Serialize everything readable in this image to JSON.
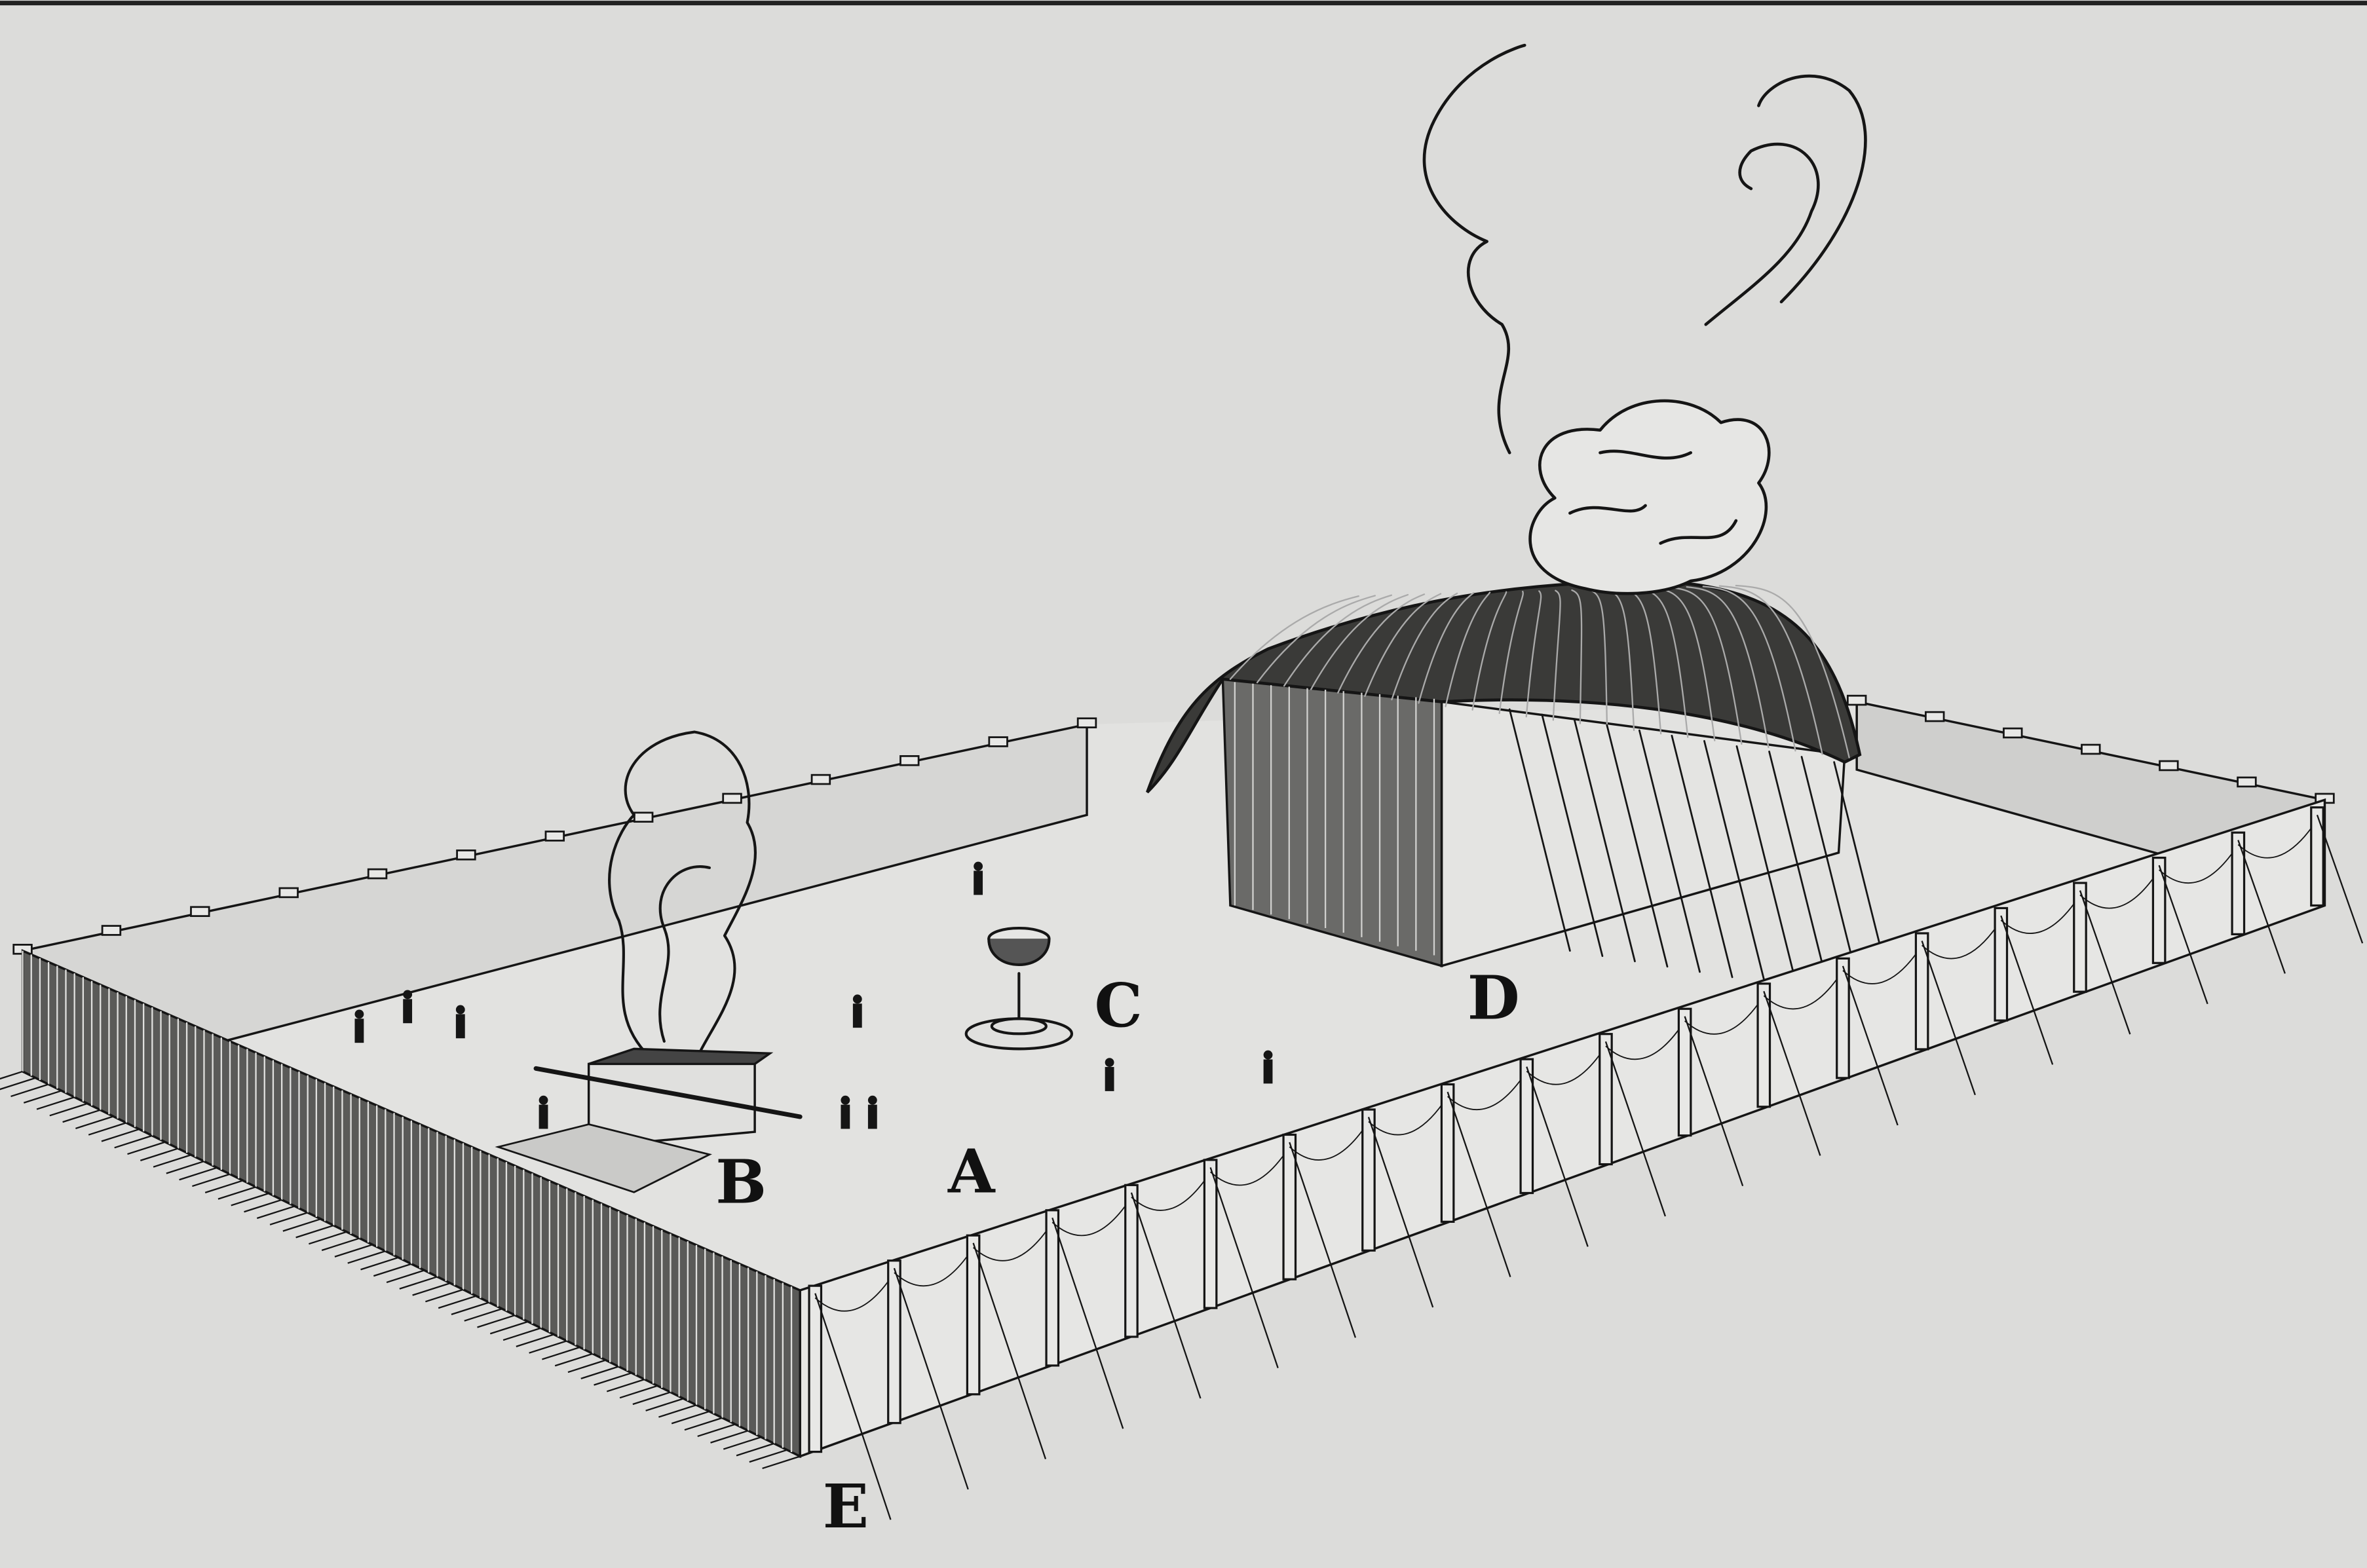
{
  "figure": {
    "labels": {
      "A": "A",
      "B": "B",
      "C": "C",
      "D": "D",
      "E": "E"
    },
    "colors": {
      "paper": "#dcdcda",
      "ink": "#151515"
    }
  }
}
